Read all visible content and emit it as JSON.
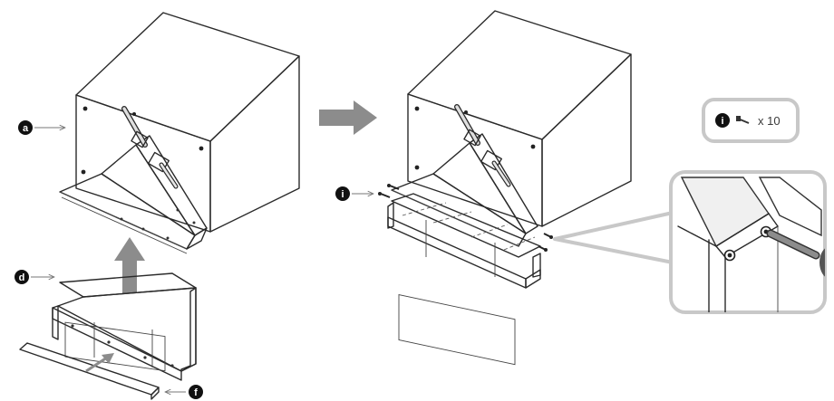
{
  "callouts": {
    "a": "a",
    "d": "d",
    "f": "f",
    "i": "i"
  },
  "parts_box": {
    "letter": "i",
    "quantity": "x 10",
    "icon": "screw-icon"
  },
  "icons": {
    "flow_arrow": "arrow-right-icon",
    "insert_arrow": "arrow-up-icon"
  },
  "colors": {
    "line": "#2a2a2a",
    "shade_light": "#d9d9d9",
    "shade_mid": "#a6a6a6",
    "shade_dark": "#8c8c8c",
    "frame_gray": "#c8c8c8",
    "badge": "#111111"
  }
}
